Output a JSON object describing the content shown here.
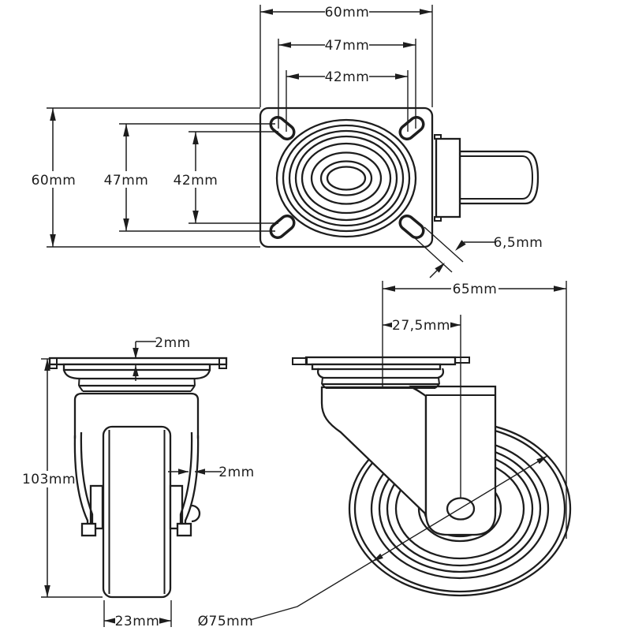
{
  "drawing": {
    "background": "#ffffff",
    "line_color": "#1d1d1d",
    "subject": "swivel-caster-technical-drawing",
    "views": {
      "top_view": {
        "name": "mounting plate top view",
        "dims": {
          "plate_width": "60mm",
          "hole_spacing_outer_h": "47mm",
          "hole_spacing_inner_h": "42mm",
          "plate_height": "60mm",
          "hole_spacing_outer_v": "47mm",
          "hole_spacing_inner_v": "42mm",
          "slot_width": "6,5mm"
        }
      },
      "front_view": {
        "name": "caster front view",
        "dims": {
          "plate_thickness": "2mm",
          "overall_height": "103mm",
          "fork_thickness": "2mm",
          "wheel_width": "23mm"
        }
      },
      "side_view": {
        "name": "caster side view",
        "dims": {
          "overall_length": "65mm",
          "swivel_offset": "27,5mm",
          "wheel_diameter": "Ø75mm"
        }
      }
    }
  }
}
